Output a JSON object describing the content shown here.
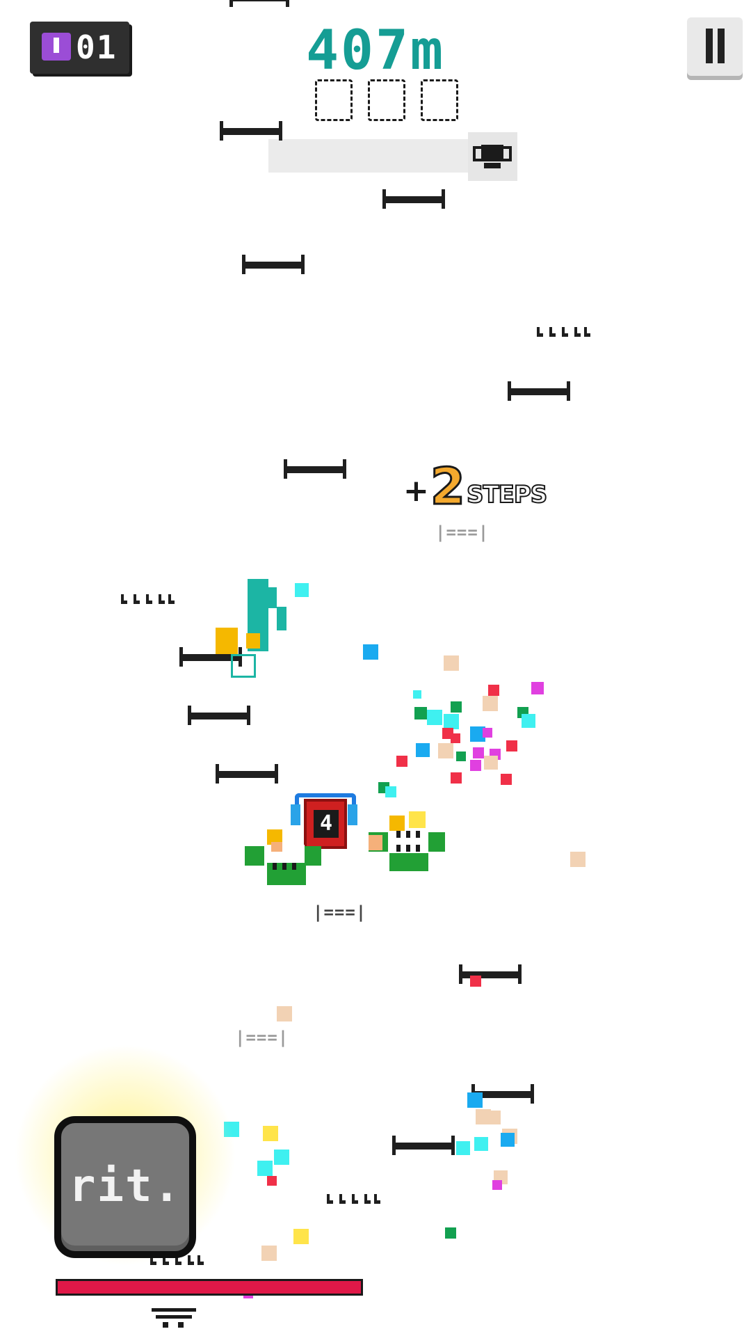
{
  "hud": {
    "coins": "01",
    "distance": "407m",
    "collect_slots": 3
  },
  "popup": {
    "plus": "+",
    "number": "2",
    "word": "STEPS"
  },
  "crate": {
    "number": "4"
  },
  "skill": {
    "label": "rit."
  },
  "energy": {
    "fill_fraction": 1.0
  },
  "ghost_platforms": [
    "|===|",
    "|===|",
    "|===|"
  ],
  "icons": {
    "coin": "coin-icon",
    "pause": "pause-icon",
    "trophy": "trophy-icon"
  },
  "colors": {
    "distance": "#159d94",
    "coin": "#9b4dd6",
    "energy": "#e01848",
    "frog": "#22a035",
    "crate": "#cf2020"
  }
}
